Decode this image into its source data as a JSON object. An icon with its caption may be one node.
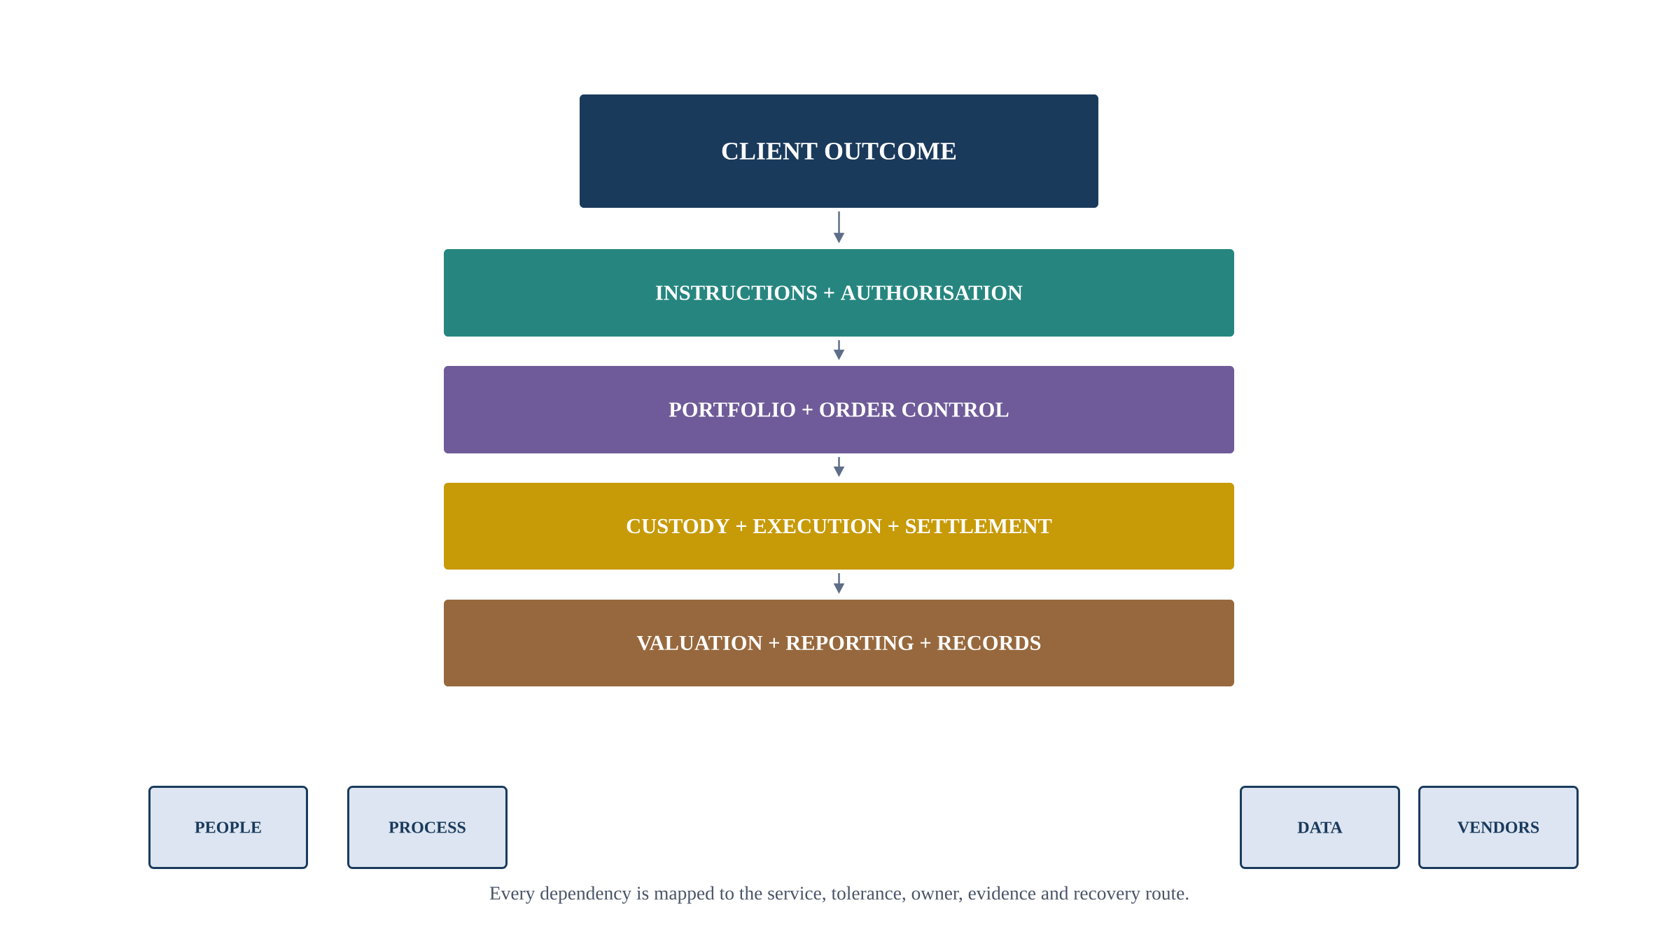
{
  "diagram": {
    "caption": "Every dependency is mapped to the service, tolerance, owner, evidence and recovery route.",
    "nodes": [
      {
        "text": [
          "CLIENT OUTCOME"
        ]
      },
      {
        "text": [
          "INSTRUCTIONS + AUTHORISATION"
        ]
      },
      {
        "text": [
          "PORTFOLIO + ORDER CONTROL"
        ]
      },
      {
        "text": [
          "CUSTODY + EXECUTION + SETTLEMENT"
        ]
      },
      {
        "text": [
          "VALUATION + REPORTING + RECORDS"
        ]
      },
      {
        "text": [
          "PEOPLE"
        ]
      },
      {
        "text": [
          "PROCESS"
        ]
      },
      {
        "text": [
          "DATA"
        ]
      },
      {
        "text": [
          "VENDORS"
        ]
      }
    ],
    "edges": [
      {
        "from": 0,
        "to": 1,
        "arrow": "to"
      },
      {
        "from": 1,
        "to": 2,
        "arrow": "to"
      },
      {
        "from": 2,
        "to": 3,
        "arrow": "to"
      },
      {
        "from": 3,
        "to": 4,
        "arrow": "to"
      }
    ]
  }
}
